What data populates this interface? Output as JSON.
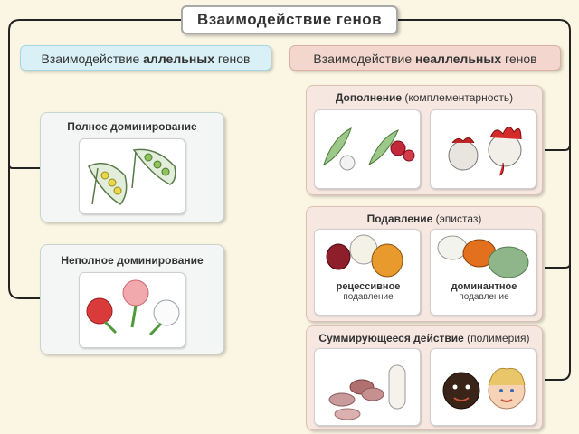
{
  "root": {
    "title": "Взаимодействие генов"
  },
  "allelic": {
    "prefix": "Взаимодействие ",
    "bold": "аллельных",
    "suffix": " генов",
    "cards": [
      {
        "title": "Полное доминирование"
      },
      {
        "title": "Неполное доминирование"
      }
    ]
  },
  "nonallelic": {
    "prefix": "Взаимодействие ",
    "bold": "неаллельных",
    "suffix": " генов",
    "complementary": {
      "bold": "Дополнение",
      "note": " (комплементарность)"
    },
    "epistasis": {
      "bold": "Подавление",
      "note": " (эпистаз)",
      "left_label_bold": "рецессивное",
      "left_label": "подавление",
      "right_label_bold": "доминантное",
      "right_label": "подавление"
    },
    "polymery": {
      "bold": "Суммирующееся действие",
      "note": " (полимерия)"
    }
  },
  "colors": {
    "allelic_bg": "#d9f1f6",
    "nonallelic_bg": "#f3d7ce",
    "page_bg": "#fbf6e4"
  }
}
